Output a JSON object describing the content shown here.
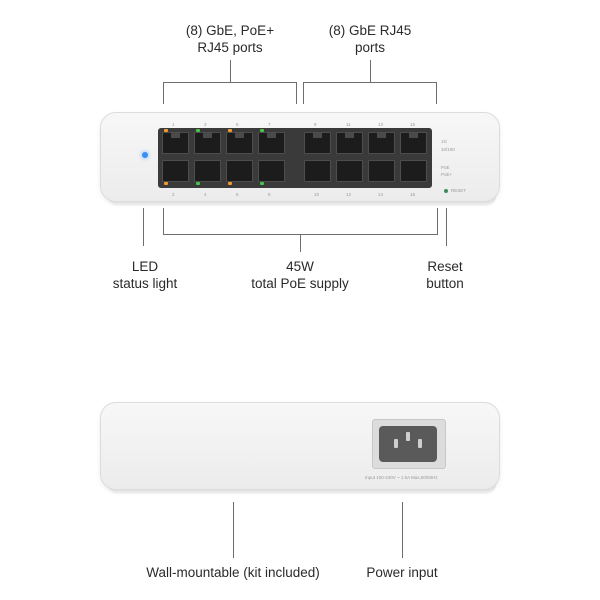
{
  "front": {
    "callout_poe": "(8) GbE, PoE+\nRJ45 ports",
    "callout_rj45": "(8) GbE RJ45\nports",
    "callout_led": "LED\nstatus light",
    "callout_power": "45W\ntotal PoE supply",
    "callout_reset": "Reset\nbutton",
    "reset_silk": "RESET",
    "top_port_numbers": [
      "1",
      "3",
      "5",
      "7",
      "9",
      "11",
      "13",
      "15"
    ],
    "bottom_port_numbers": [
      "2",
      "4",
      "6",
      "8",
      "10",
      "12",
      "14",
      "16"
    ]
  },
  "back": {
    "callout_wall": "Wall-mountable (kit included)",
    "callout_power_input": "Power input",
    "rating_text": "Input 100-240V ~ 1.5A Max,50/60Hz"
  },
  "colors": {
    "status_led": "#3b8ef5",
    "port_led_green": "#49c64a",
    "port_led_orange": "#f29a2e"
  }
}
